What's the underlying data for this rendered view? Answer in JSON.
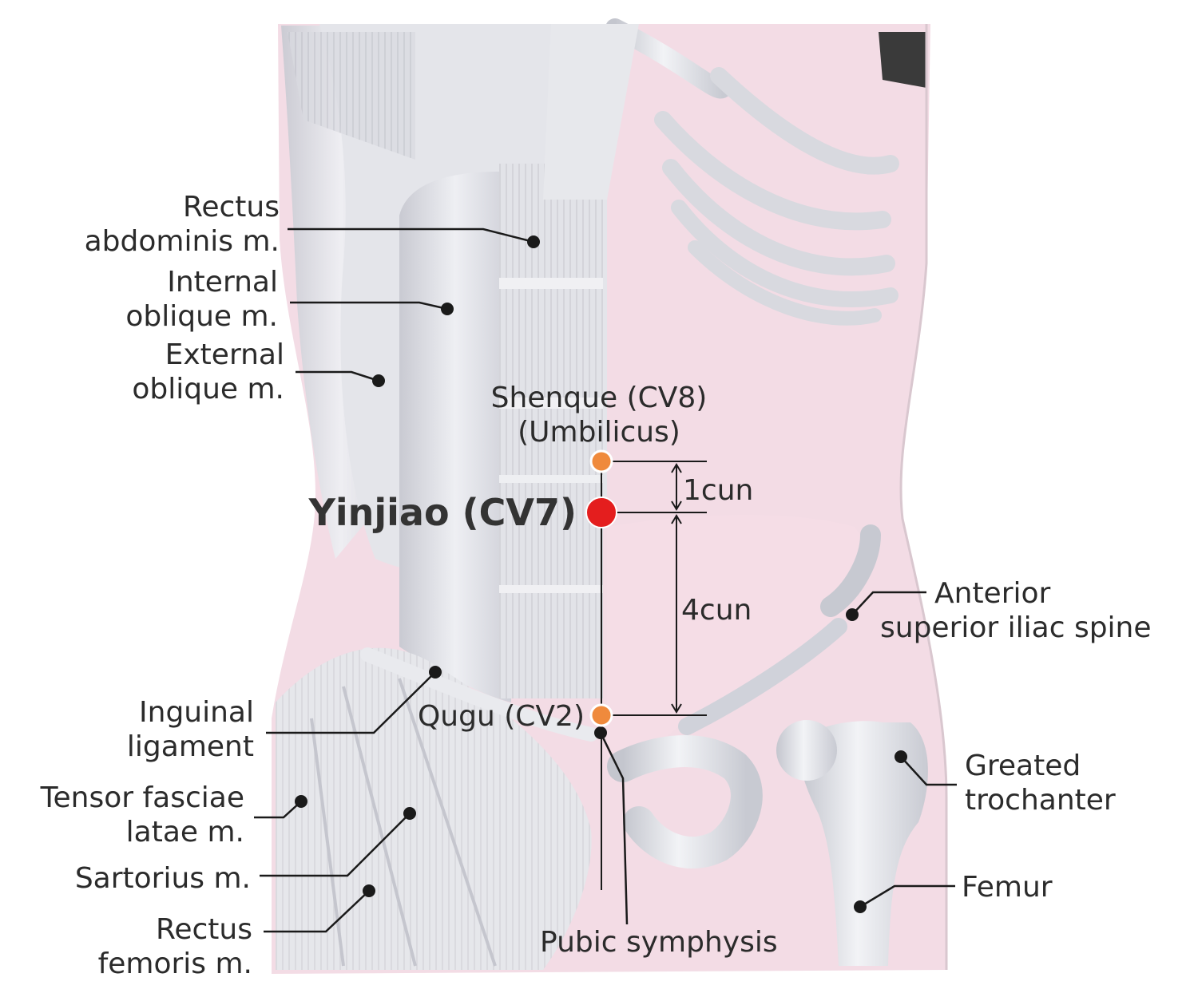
{
  "main_point": {
    "name": "Yinjiao (CV7)",
    "color": "#e41e1e"
  },
  "reference_points": [
    {
      "id": "shenque",
      "lines": [
        "Shenque (CV8)",
        "(Umbilicus)"
      ],
      "color": "#ef8a3c"
    },
    {
      "id": "qugu",
      "lines": [
        "Qugu (CV2)"
      ],
      "color": "#ef8a3c"
    }
  ],
  "measurements": [
    {
      "id": "m1",
      "label": "1cun"
    },
    {
      "id": "m2",
      "label": "4cun"
    }
  ],
  "left_labels": [
    {
      "id": "rectus-abdominis",
      "lines": [
        "Rectus",
        "abdominis m."
      ]
    },
    {
      "id": "internal-oblique",
      "lines": [
        "Internal",
        "oblique m."
      ]
    },
    {
      "id": "external-oblique",
      "lines": [
        "External",
        "oblique m."
      ]
    },
    {
      "id": "inguinal-ligament",
      "lines": [
        "Inguinal",
        "ligament"
      ]
    },
    {
      "id": "tensor-fasciae",
      "lines": [
        "Tensor fasciae",
        "latae m."
      ]
    },
    {
      "id": "sartorius",
      "lines": [
        "Sartorius m."
      ]
    },
    {
      "id": "rectus-femoris",
      "lines": [
        "Rectus",
        "femoris m."
      ]
    }
  ],
  "right_labels": [
    {
      "id": "asis",
      "lines": [
        "Anterior",
        "superior iliac spine"
      ]
    },
    {
      "id": "greater-trochanter",
      "lines": [
        "Greated",
        "trochanter"
      ]
    },
    {
      "id": "femur",
      "lines": [
        "Femur"
      ]
    }
  ],
  "bottom_labels": [
    {
      "id": "pubic-symphysis",
      "lines": [
        "Pubic symphysis"
      ]
    }
  ]
}
